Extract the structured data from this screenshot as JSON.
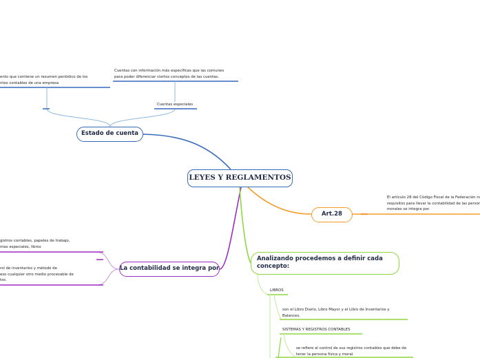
{
  "root": {
    "title": "LEYES Y REGLAMENTOS"
  },
  "estado": {
    "title": "Estado de cuenta",
    "left_note": [
      "ento que contiene un resumen periódico de los",
      "ntos contables de una empresa"
    ],
    "right_note": [
      "Cuentas con información más específicas que las comunes",
      "para poder diferenciar ciertos conceptos de las cuentas."
    ],
    "cuentas_especiales": "Cuentas especiales"
  },
  "art28": {
    "title": "Art.28",
    "note": [
      "El artículo 28 del Código Fiscal de la Federación nos",
      "requisitos para llevar la contabilidad de las persona",
      "morales se integra por."
    ]
  },
  "contabilidad": {
    "title": "La contabilidad se integra por",
    "note1": [
      "gistros contables, papeles de trabajo,",
      "ntas especiales, libros"
    ],
    "note2": [
      "rol de inventarios y método de",
      "eso cualquier otro medio procesable de",
      "tos."
    ]
  },
  "analizando": {
    "title": "Analizando procedemos a definir cada concepto:",
    "libros": "LIBROS",
    "libros_note": [
      "son el Libro Diario, Libro Mayor y el Libro de Inventarios y",
      "Balances."
    ],
    "sistemas": "SISTEMAS Y REGISTROS CONTABLES",
    "sistemas_note": [
      "se refiere al control de sus registros contables que debe de",
      "tener la persona física y moral."
    ]
  },
  "colors": {
    "blue": "#3569b9",
    "orange": "#f39c2b",
    "purple": "#9b2bc4",
    "green": "#8fd73f",
    "light_blue": "#8eb8e0"
  }
}
